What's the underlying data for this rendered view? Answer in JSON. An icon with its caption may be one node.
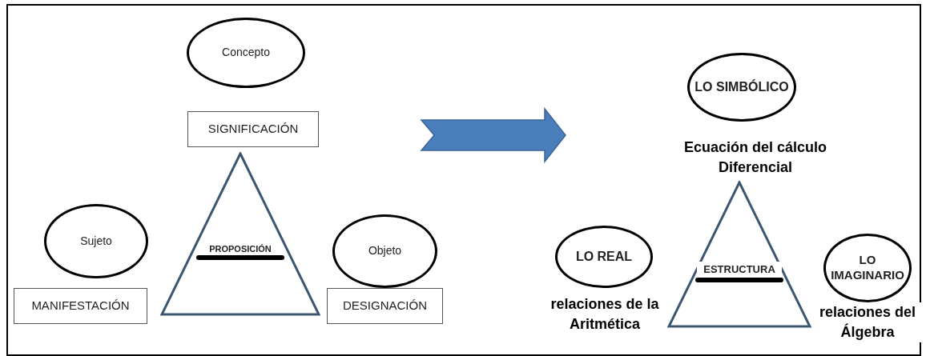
{
  "diagram": {
    "nodes": [
      {
        "text": [
          "Concepto"
        ]
      },
      {
        "text": [
          "SIGNIFICACIÓN"
        ]
      },
      {
        "text": [
          "Sujeto"
        ]
      },
      {
        "text": [
          "PROPOSICIÓN"
        ]
      },
      {
        "text": [
          "Objeto"
        ]
      },
      {
        "text": [
          "MANIFESTACIÓN"
        ]
      },
      {
        "text": [
          "DESIGNACIÓN"
        ]
      },
      {
        "text": [
          "LO SIMBÓLICO"
        ]
      },
      {
        "text": [
          "LO REAL"
        ],
        "beside": [
          "relaciones de la Aritmética"
        ]
      },
      {
        "text": [
          "ESTRUCTURA"
        ]
      },
      {
        "text": [
          "LO IMAGINARIO"
        ],
        "beside": [
          "relaciones del Álgebra"
        ]
      }
    ],
    "labels": [
      "Ecuación del cálculo Diferencial"
    ]
  }
}
